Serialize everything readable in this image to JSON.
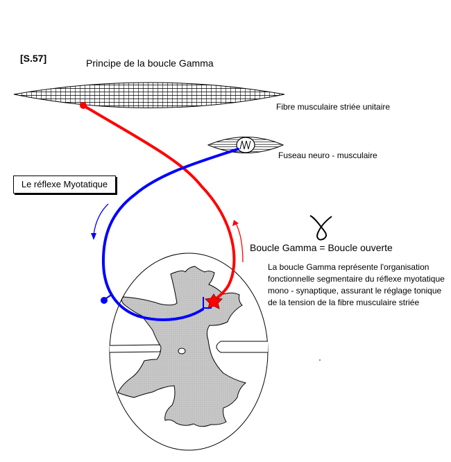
{
  "ref_label": "[S.57]",
  "title": "Principe de la boucle Gamma",
  "labels": {
    "fibre": "Fibre musculaire striée unitaire",
    "fuseau": "Fuseau neuro - musculaire",
    "reflex": "Le réflexe Myotatique",
    "boucle": "Boucle Gamma = Boucle ouverte"
  },
  "description": "La boucle Gamma représente l'organisation fonctionnelle segmentaire du réflexe myotatique mono - synaptique, assurant le réglage tonique de la tension de la fibre musculaire striée",
  "symbol": "gamma-symbol",
  "colors": {
    "efferent_gamma": "#ff0000",
    "afferent": "#0000ff",
    "grey_matter": "#c8c8c8",
    "outline": "#000000"
  }
}
